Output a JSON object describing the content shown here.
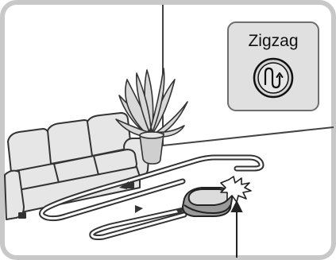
{
  "mode_panel": {
    "label": "Zigzag",
    "icon": "zigzag-mode-icon"
  },
  "scene": {
    "objects": [
      "sofa-illustration",
      "potted-plant-illustration",
      "robot-vacuum-illustration",
      "collision-burst-icon",
      "cleaning-path-arrows",
      "pointer-arrow"
    ]
  },
  "colors": {
    "background": "#ffffff",
    "frame": "#c8c8c8",
    "panel": "#e0e0e0",
    "panel_border": "#6e6e6e",
    "line": "#3a3a3a",
    "sofa": "#e6e6e6"
  }
}
